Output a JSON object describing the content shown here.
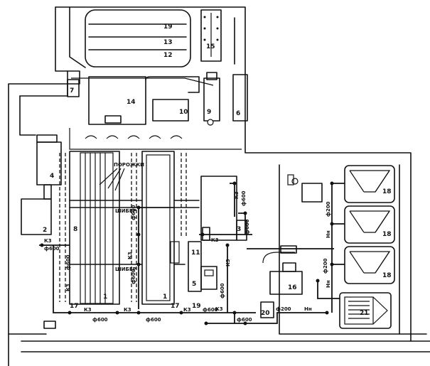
{
  "units": {
    "u1": "1",
    "u2": "2",
    "u3": "3",
    "u4": "4",
    "u5": "5",
    "u6": "6",
    "u7": "7",
    "u8": "8",
    "u9": "9",
    "u10": "10",
    "u11": "11",
    "u12": "12",
    "u13": "13",
    "u14": "14",
    "u15": "15",
    "u16": "16",
    "u17": "17",
    "u18": "18",
    "u19": "19",
    "u20": "20",
    "u21": "21"
  },
  "labels": {
    "porozhki": "ПОРОЖКИ",
    "shiber": "ШИБЕР",
    "k3": "К3",
    "nn": "Нн",
    "d600": "ф600",
    "d200": "ф200"
  }
}
